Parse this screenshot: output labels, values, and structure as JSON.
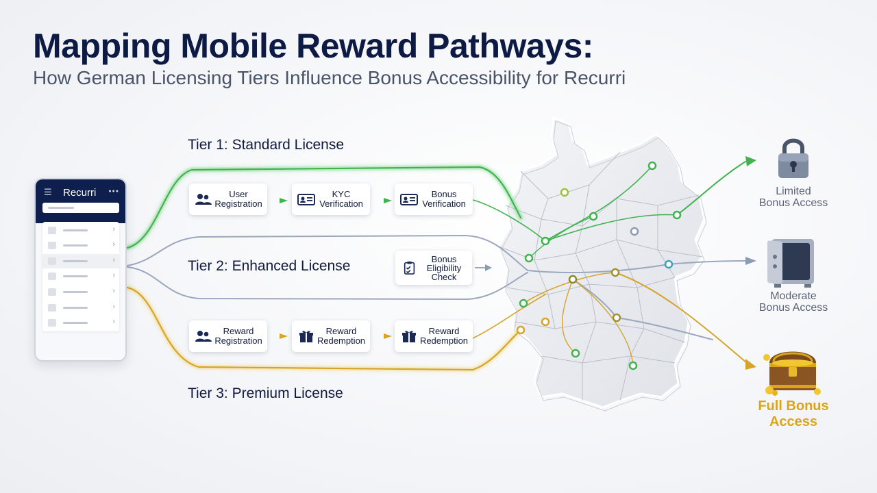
{
  "title": "Mapping Mobile Reward Pathways:",
  "subtitle": "How German Licensing Tiers Influence Bonus Accessibility for Recurri",
  "phone": {
    "app_name": "Recurri",
    "menu_icon": "hamburger-icon",
    "row_count": 7
  },
  "tiers": [
    {
      "label": "Tier 1: Standard License",
      "color": "#3fb34f",
      "steps": [
        {
          "label_line1": "User",
          "label_line2": "Registration",
          "icon": "users-icon"
        },
        {
          "label_line1": "KYC",
          "label_line2": "Verification",
          "icon": "id-card-icon"
        },
        {
          "label_line1": "Bonus",
          "label_line2": "Verification",
          "icon": "id-card-icon"
        }
      ]
    },
    {
      "label": "Tier 2: Enhanced License",
      "color": "#8c9bb3",
      "steps": [
        {
          "label_line1": "Bonus",
          "label_line2": "Eligibility",
          "label_line3": "Check",
          "icon": "clipboard-check-icon"
        }
      ]
    },
    {
      "label": "Tier 3: Premium License",
      "color": "#d4a52a",
      "steps": [
        {
          "label_line1": "Reward",
          "label_line2": "Registration",
          "icon": "users-icon"
        },
        {
          "label_line1": "Reward",
          "label_line2": "Redemption",
          "icon": "gift-icon"
        },
        {
          "label_line1": "Reward",
          "label_line2": "Redemption",
          "icon": "gift-icon"
        }
      ]
    }
  ],
  "outcomes": [
    {
      "line1": "Limited",
      "line2": "Bonus Access",
      "icon": "padlock-icon"
    },
    {
      "line1": "Moderate",
      "line2": "Bonus Access",
      "icon": "safe-icon"
    },
    {
      "line1": "Full Bonus",
      "line2": "Access",
      "icon": "treasure-chest-icon"
    }
  ],
  "map": {
    "region": "Germany",
    "icon": "germany-map-icon"
  },
  "colors": {
    "green": "#3fb34f",
    "gray": "#8c9bb3",
    "gold": "#d4a52a",
    "navy": "#0f1f4d"
  }
}
